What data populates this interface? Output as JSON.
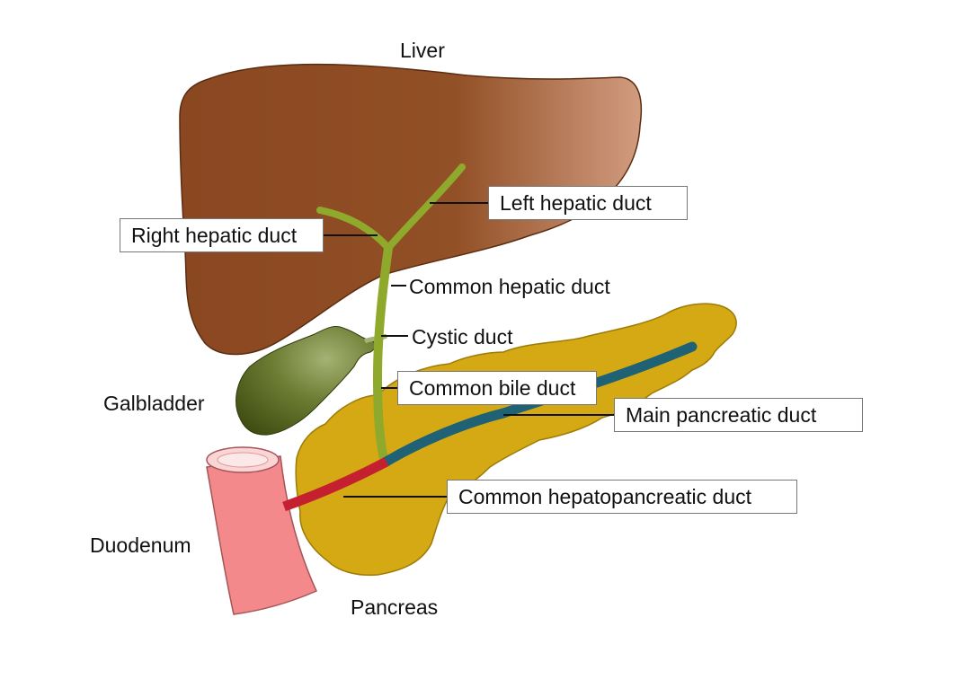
{
  "labels": {
    "liver": "Liver",
    "gallbladder": "Galbladder",
    "duodenum": "Duodenum",
    "pancreas": "Pancreas",
    "left_hepatic_duct": "Left hepatic duct",
    "right_hepatic_duct": "Right hepatic duct",
    "common_hepatic_duct": "Common hepatic duct",
    "cystic_duct": "Cystic duct",
    "common_bile_duct": "Common bile duct",
    "main_pancreatic_duct": "Main pancreatic duct",
    "common_hepatopancreatic_duct": "Common hepatopancreatic duct"
  },
  "colors": {
    "liver": "#8c4a22",
    "liver_highlight": "#c99070",
    "pancreas": "#d4a913",
    "pancreas_outline": "#9c7b08",
    "gallbladder": "#56651f",
    "gallbladder_highlight": "#aab87a",
    "bile_duct": "#8fa92c",
    "pancreatic_duct": "#1f6275",
    "hepatopancreatic_duct": "#c4202f",
    "duodenum": "#f4898c",
    "duodenum_lumen": "#fbd5d6"
  }
}
